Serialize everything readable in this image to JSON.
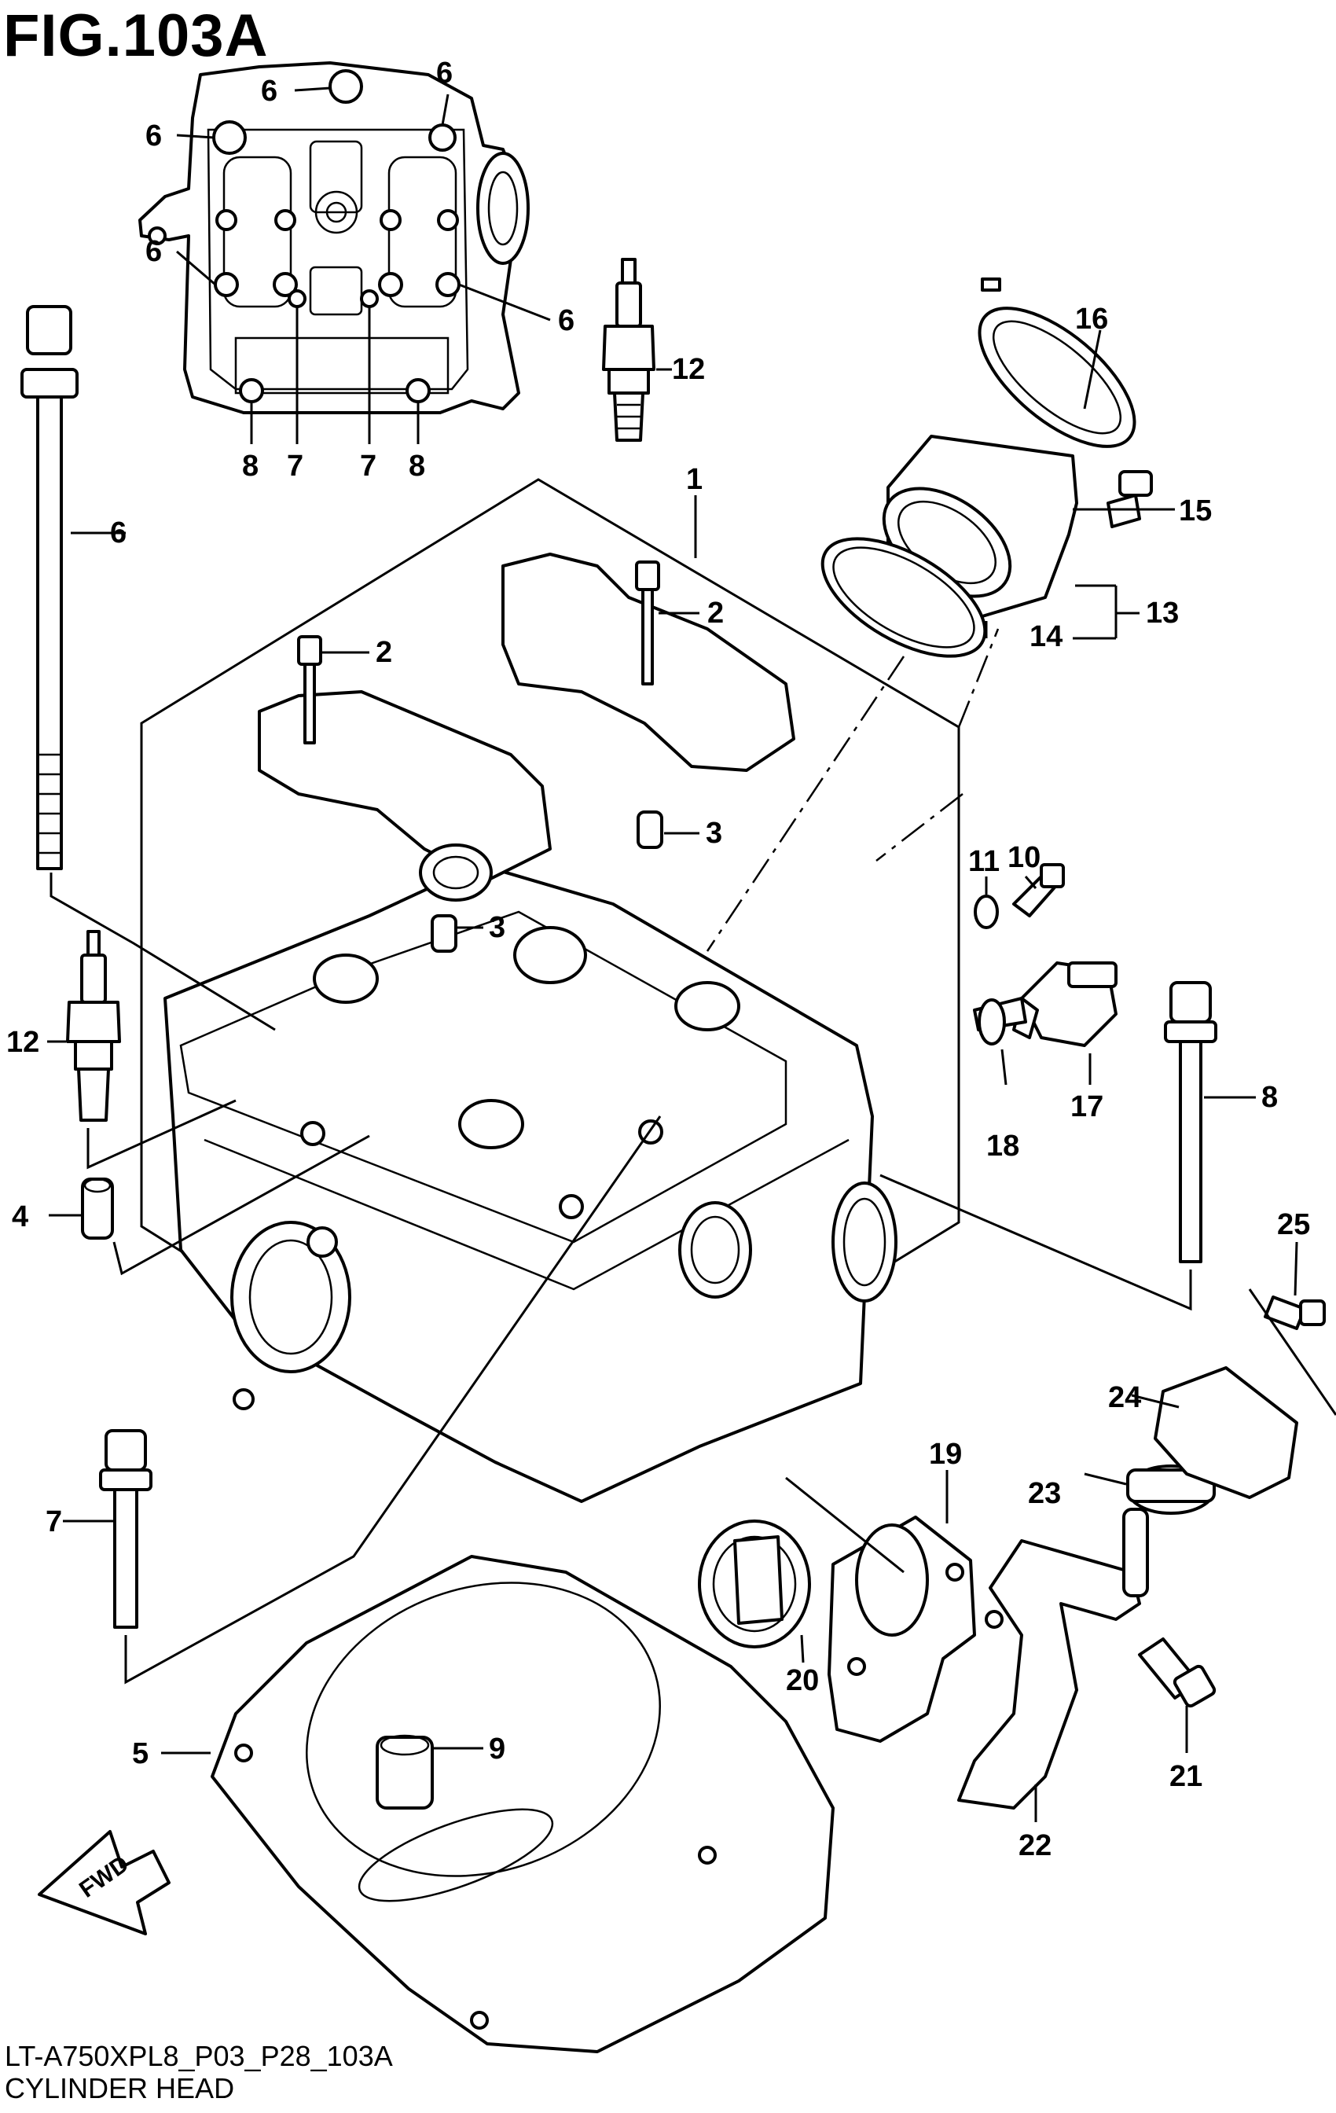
{
  "header": {
    "title": "FIG.103A"
  },
  "footer": {
    "code": "LT-A750XPL8_P03_P28_103A",
    "name": "CYLINDER HEAD"
  },
  "fwd_label": "FWD",
  "callouts": {
    "c1": "1",
    "c2a": "2",
    "c2b": "2",
    "c3a": "3",
    "c3b": "3",
    "c4": "4",
    "c5": "5",
    "c6_top_a": "6",
    "c6_top_b": "6",
    "c6_top_c": "6",
    "c6_top_d": "6",
    "c6_top_e": "6",
    "c6_bolt": "6",
    "c7_top_a": "7",
    "c7_top_b": "7",
    "c7_bolt": "7",
    "c8_top_a": "8",
    "c8_top_b": "8",
    "c8_bolt": "8",
    "c9": "9",
    "c10": "10",
    "c11": "11",
    "c12a": "12",
    "c12b": "12",
    "c13": "13",
    "c14": "14",
    "c15": "15",
    "c16": "16",
    "c17": "17",
    "c18": "18",
    "c19": "19",
    "c20": "20",
    "c21": "21",
    "c22": "22",
    "c23": "23",
    "c24": "24",
    "c25": "25"
  }
}
